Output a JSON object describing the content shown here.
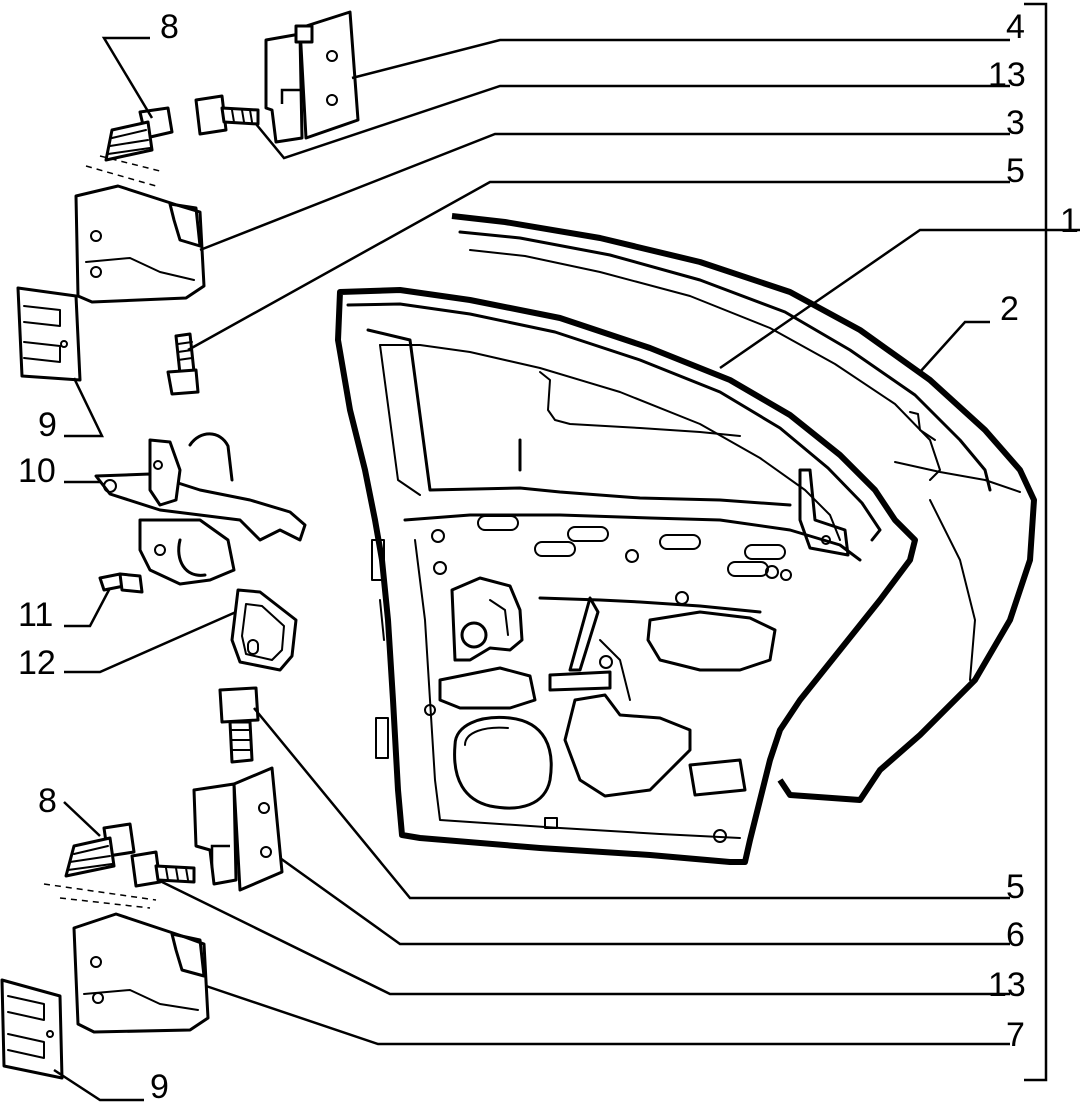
{
  "callouts": {
    "c4": "4",
    "c13_top": "13",
    "c3": "3",
    "c5_top": "5",
    "c1": "1",
    "c2": "2",
    "c8_top": "8",
    "c9_top": "9",
    "c10": "10",
    "c11": "11",
    "c12": "12",
    "c8_bottom": "8",
    "c5_bottom": "5",
    "c6": "6",
    "c13_bottom": "13",
    "c7": "7",
    "c9_bottom": "9"
  }
}
